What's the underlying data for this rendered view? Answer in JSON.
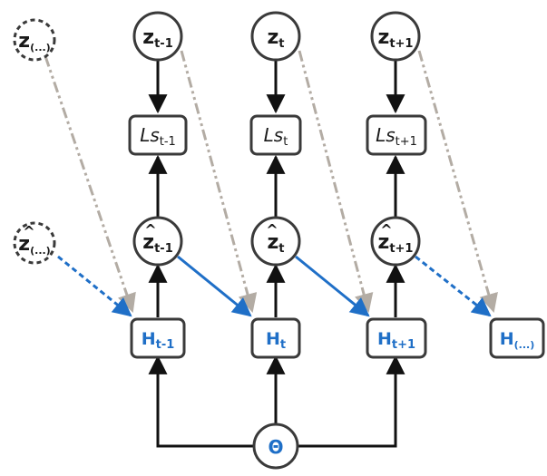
{
  "colors": {
    "stroke": "#3a3a3a",
    "blue": "#1f6fc7",
    "gray_dashed": "#b3aca4",
    "fill": "#ffffff"
  },
  "z_nodes": [
    {
      "base": "z",
      "sub": "(...)",
      "hat": false,
      "dashed": true
    },
    {
      "base": "z",
      "sub": "t-1",
      "hat": false,
      "dashed": false
    },
    {
      "base": "z",
      "sub": "t",
      "hat": false,
      "dashed": false
    },
    {
      "base": "z",
      "sub": "t+1",
      "hat": false,
      "dashed": false
    }
  ],
  "ls_nodes": [
    {
      "base": "Ls",
      "sub": "t-1"
    },
    {
      "base": "Ls",
      "sub": "t"
    },
    {
      "base": "Ls",
      "sub": "t+1"
    }
  ],
  "zhat_nodes": [
    {
      "base": "z",
      "sub": "(...)",
      "hat": true,
      "dashed": true
    },
    {
      "base": "z",
      "sub": "t-1",
      "hat": true,
      "dashed": false
    },
    {
      "base": "z",
      "sub": "t",
      "hat": true,
      "dashed": false
    },
    {
      "base": "z",
      "sub": "t+1",
      "hat": true,
      "dashed": false
    }
  ],
  "h_nodes": [
    {
      "base": "H",
      "sub": "t-1"
    },
    {
      "base": "H",
      "sub": "t"
    },
    {
      "base": "H",
      "sub": "t+1"
    },
    {
      "base": "H",
      "sub": "(...)"
    }
  ],
  "theta": {
    "label": "Θ"
  }
}
